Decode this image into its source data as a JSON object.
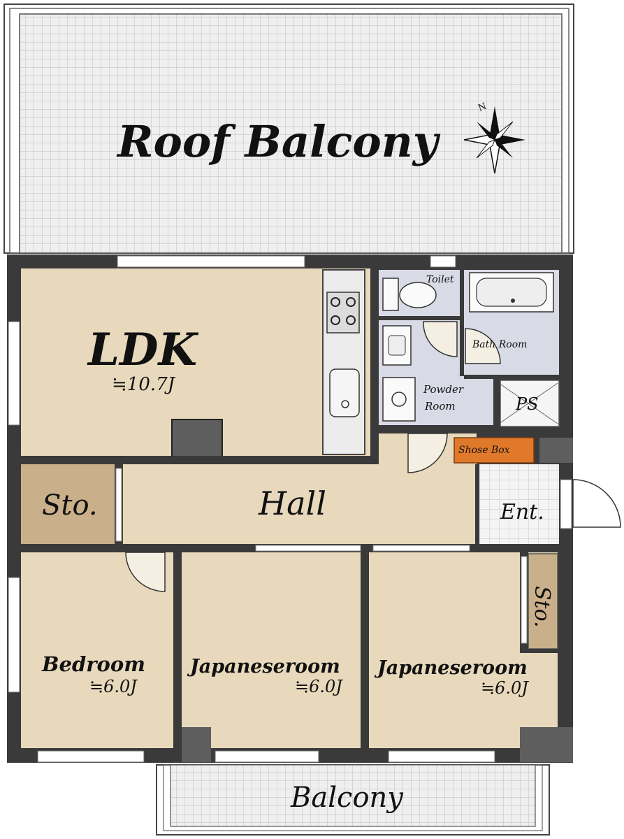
{
  "plan": {
    "rooms": {
      "roof_balcony": "Roof Balcony",
      "ldk": "LDK",
      "ldk_area": "≒10.7J",
      "toilet": "Toilet",
      "bath_room": "Bath Room",
      "powder_room_line1": "Powder",
      "powder_room_line2": "Room",
      "ps": "PS",
      "shoe_box": "Shose Box",
      "storage_left": "Sto.",
      "hall": "Hall",
      "entrance": "Ent.",
      "storage_right": "Sto.",
      "bedroom": "Bedroom",
      "bedroom_area": "≒6.0J",
      "japanese_room_1": "Japaneseroom",
      "japanese_room_1_area": "≒6.0J",
      "japanese_room_2": "Japaneseroom",
      "japanese_room_2_area": "≒6.0J",
      "balcony": "Balcony"
    },
    "compass_label": "N",
    "colors": {
      "wall": "#3a3a3a",
      "floor": "#e8d9bc",
      "wet_area": "#d8dbe6",
      "storage": "#c9b08a",
      "shoe_box": "#e07a2a",
      "tile_grid": "#cfcfcf",
      "tile_bg": "#f2f2f2"
    }
  }
}
